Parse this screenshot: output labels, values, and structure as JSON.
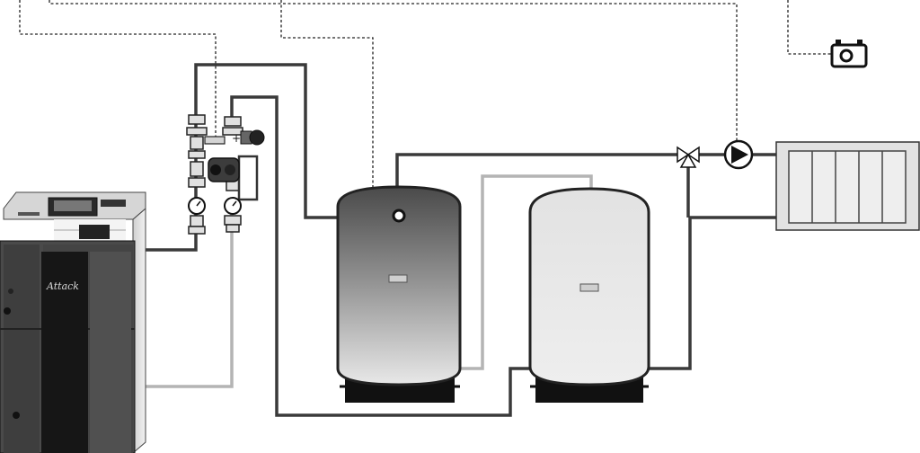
{
  "diagram": {
    "type": "heating-system-schematic",
    "boiler": {
      "brand_label": "Attack"
    },
    "components": [
      "wood-gasification-boiler",
      "boiler-control-panel",
      "pump-group-with-thermometers",
      "accumulation-tank",
      "hot-water-tank",
      "three-way-mixing-valve",
      "circulation-pump",
      "radiator",
      "room-thermostat",
      "sensor-wiring"
    ],
    "colors": {
      "pipe_supply": "#3a3a3a",
      "pipe_return": "#b4b4b4",
      "control_wire": "#222222",
      "tank_fill_light": "#e6e6e6",
      "tank_fill_dark": "#5a5a5a",
      "boiler_body": "#404040"
    }
  }
}
